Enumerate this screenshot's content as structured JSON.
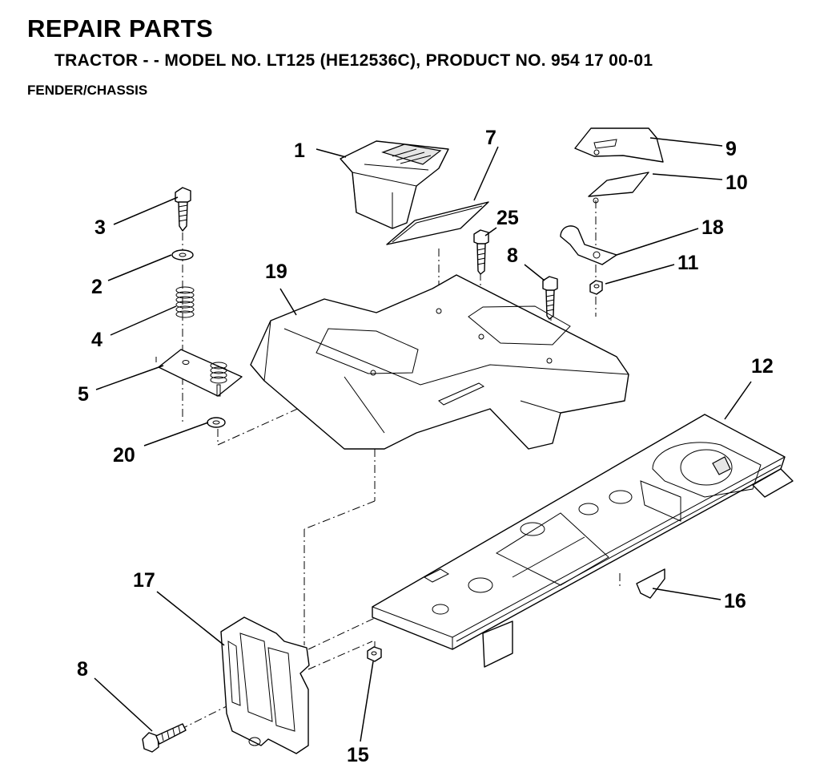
{
  "header": {
    "title": "REPAIR PARTS",
    "subtitle": "TRACTOR - - MODEL NO. LT125 (HE12536C),  PRODUCT NO. 954 17 00-01",
    "section": "FENDER/CHASSIS"
  },
  "callouts": {
    "c1": "1",
    "c7": "7",
    "c9": "9",
    "c10": "10",
    "c25": "25",
    "c18": "18",
    "c3": "3",
    "c8a": "8",
    "c11": "11",
    "c2": "2",
    "c19": "19",
    "c4": "4",
    "c5": "5",
    "c12": "12",
    "c20": "20",
    "c17": "17",
    "c16": "16",
    "c8b": "8",
    "c15": "15"
  }
}
